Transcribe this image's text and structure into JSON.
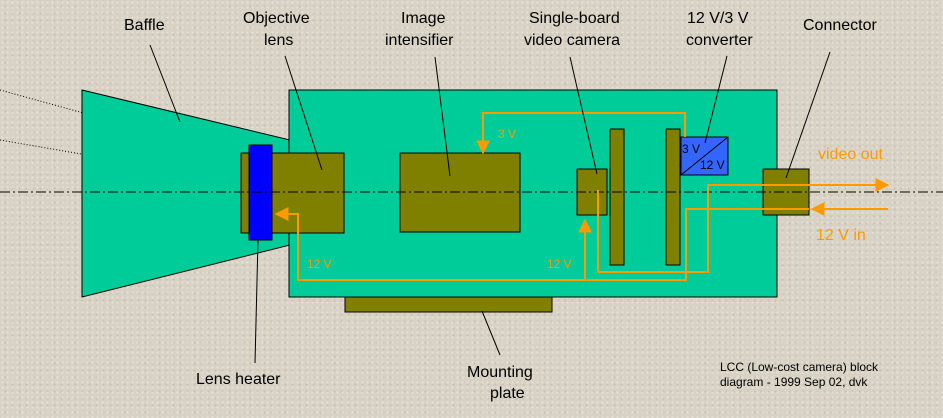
{
  "labels": {
    "baffle": "Baffle",
    "objective_1": "Objective",
    "objective_2": "lens",
    "intensifier_1": "Image",
    "intensifier_2": "intensifier",
    "camera_1": "Single-board",
    "camera_2": "video camera",
    "converter_1": "12 V/3 V",
    "converter_2": "converter",
    "connector": "Connector",
    "lens_heater": "Lens heater",
    "mounting_1": "Mounting",
    "mounting_2": "plate"
  },
  "voltages": {
    "v3_top": "3 V",
    "v12_left": "12 V",
    "v12_right": "12 V",
    "conv_3v": "3 V",
    "conv_12v": "12 V",
    "video_out": "video out",
    "in_12v": "12 V in"
  },
  "caption": {
    "line1": "LCC (Low-cost camera) block",
    "line2": "diagram - 1999 Sep 02, dvk"
  },
  "colors": {
    "housing": "#00cc99",
    "component": "#808000",
    "heater": "#0000ff",
    "converter": "#3366ff",
    "wire": "#ff9900"
  }
}
